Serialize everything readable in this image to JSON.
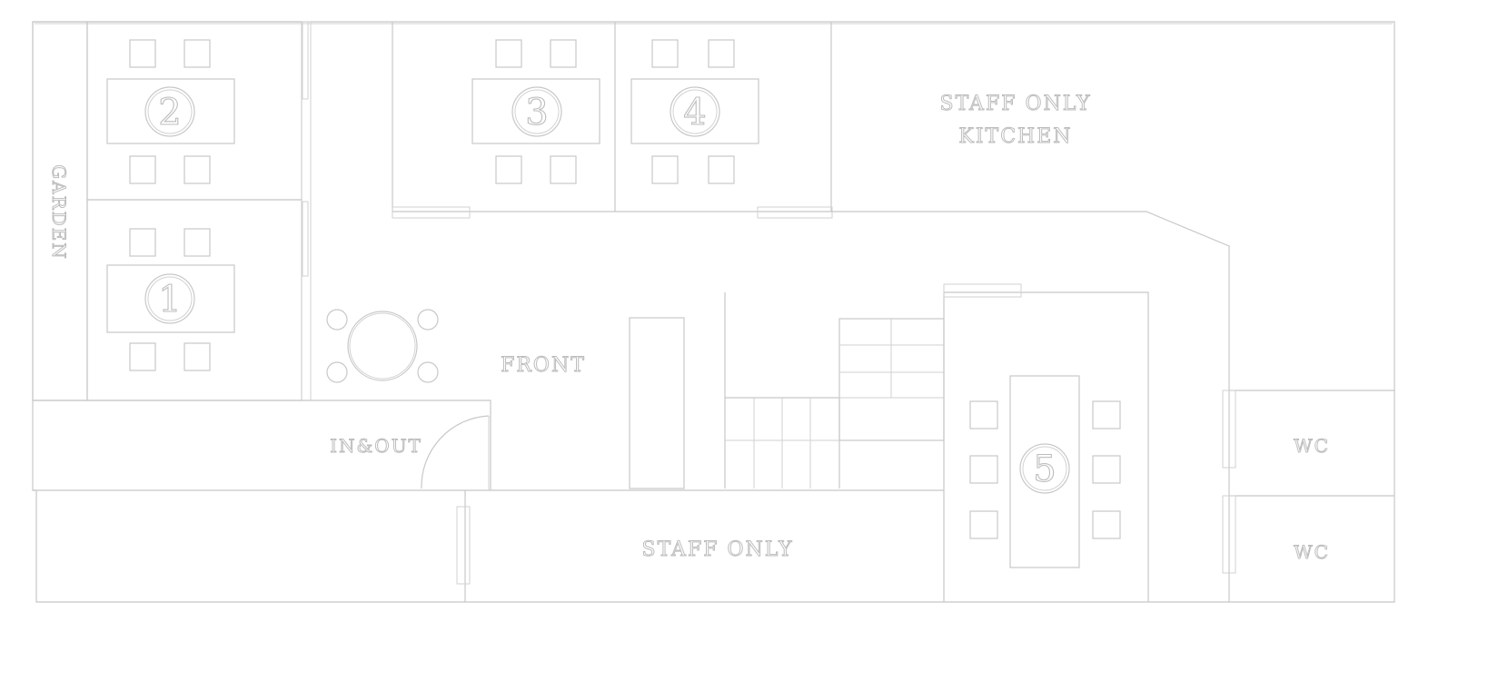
{
  "labels": {
    "garden": "GARDEN",
    "staff_only_kitchen_line1": "STAFF ONLY",
    "staff_only_kitchen_line2": "KITCHEN",
    "front": "FRONT",
    "in_out": "IN&OUT",
    "staff_only": "STAFF ONLY",
    "wc_upper": "WC",
    "wc_lower": "WC"
  },
  "tables": [
    {
      "id": "table-1",
      "number": "1"
    },
    {
      "id": "table-2",
      "number": "2"
    },
    {
      "id": "table-3",
      "number": "3"
    },
    {
      "id": "table-4",
      "number": "4"
    },
    {
      "id": "table-5",
      "number": "5"
    }
  ],
  "colors": {
    "background": "#ffffff",
    "line": "#c8c8c8"
  }
}
